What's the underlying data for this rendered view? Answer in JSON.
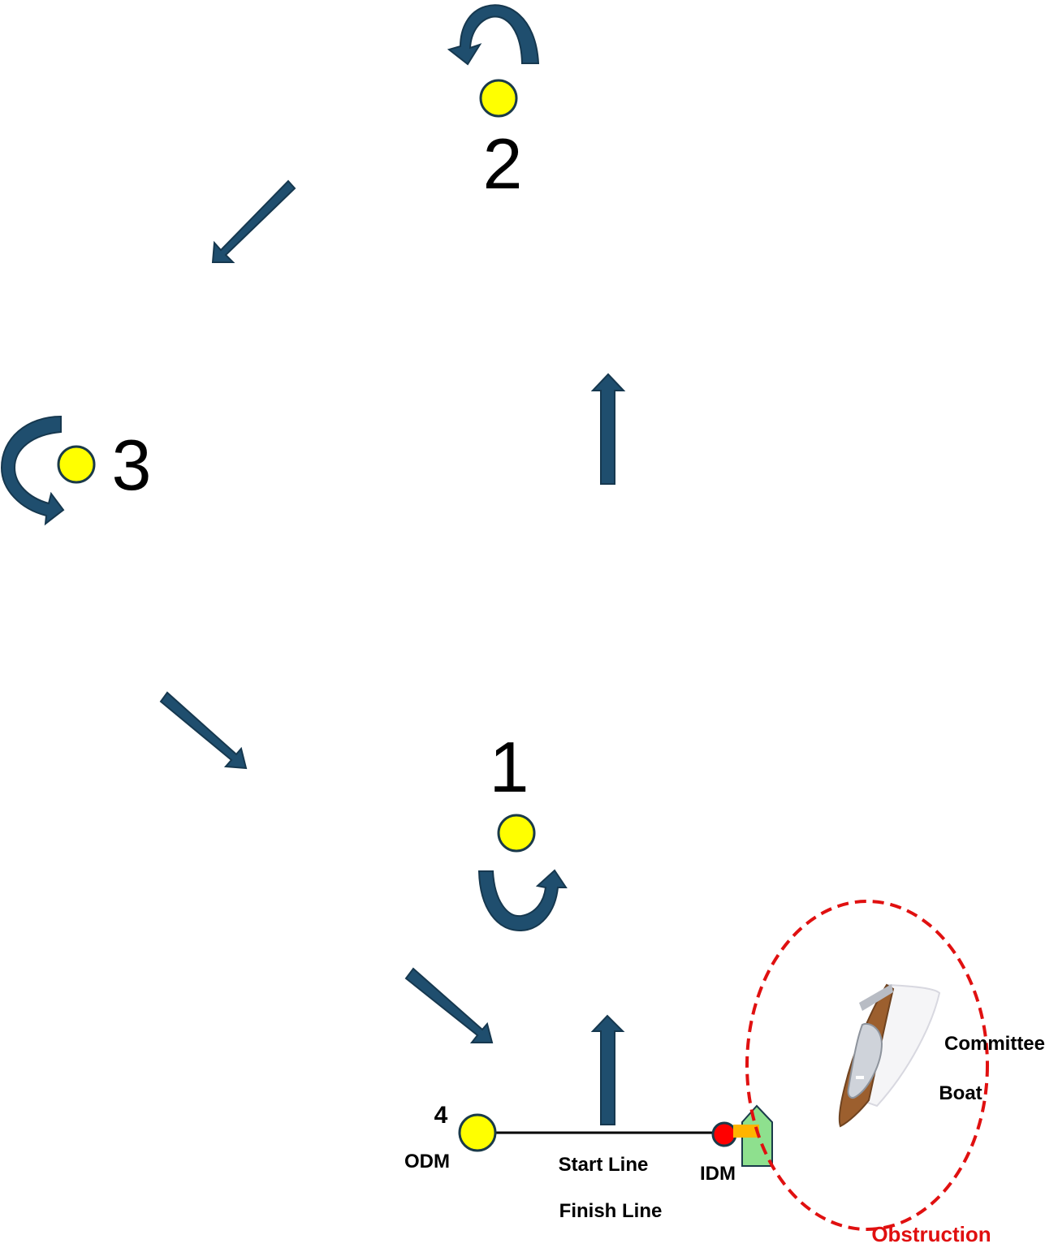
{
  "marks": {
    "mark1": {
      "label": "1"
    },
    "mark2": {
      "label": "2"
    },
    "mark3": {
      "label": "3"
    },
    "mark4": {
      "label": "4",
      "name": "ODM"
    },
    "idm": {
      "name": "IDM"
    }
  },
  "lines": {
    "start": "Start Line",
    "finish": "Finish Line"
  },
  "committee_boat": {
    "line1": "Committee",
    "line2": "Boat"
  },
  "obstruction": {
    "label": "Obstruction"
  },
  "colors": {
    "mark": "#ffff00",
    "arrow": "#1f4e6e",
    "pin": "#ff0000",
    "flag": "#ffb400",
    "boat_icon": "#8ee08e",
    "obstruction_zone": "#e01010"
  }
}
